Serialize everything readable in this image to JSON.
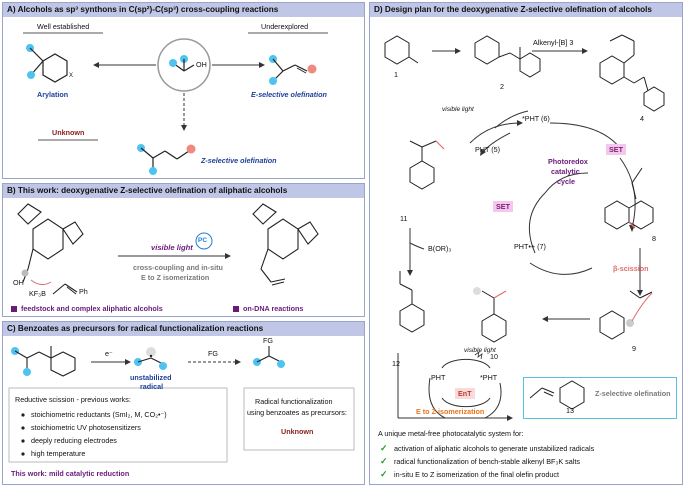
{
  "panel_a": {
    "title": "A) Alcohols as sp³ synthons in C(sp²)-C(sp³) cross-coupling reactions",
    "well_established": "Well established",
    "underexplored": "Underexplored",
    "oh": "OH",
    "x": "X",
    "arylation": "Arylation",
    "e_olefination": "E-selective olefination",
    "unknown": "Unknown",
    "z_olefination": "Z-selective olefination"
  },
  "panel_b": {
    "title": "B) This work: deoxygenative Z-selective olefination of aliphatic alcohols",
    "visible_light": "visible light",
    "pc": "PC",
    "line1": "cross-coupling and in-situ",
    "line2": "E to Z isomerization",
    "oh": "OH",
    "kf3b": "KF₃B",
    "ph": "Ph",
    "bullet1": "feedstock and complex aliphatic alcohols",
    "bullet2": "on-DNA reactions"
  },
  "panel_c": {
    "title": "C) Benzoates as precursors for radical functionalization reactions",
    "electron": "e⁻",
    "fg": "FG",
    "unstabilized1": "unstabilized",
    "unstabilized2": "radical",
    "reductive_title": "Reductive scission - previous works:",
    "items": [
      "stoichiometric reductants (SmI₂, M, CO₂•⁻)",
      "stoichiometric UV photosensitizers",
      "deeply reducing electrodes",
      "high temperature"
    ],
    "this_work": "This work: mild catalytic reduction",
    "radical_box1": "Radical functionalization",
    "radical_box2": "using benzoates as precursors:",
    "radical_box3": "Unknown"
  },
  "panel_d": {
    "title": "D) Design plan for the deoxygenative Z-selective olefination of alcohols",
    "reagent": "Alkenyl-[B] 3",
    "c1": "1",
    "c2": "2",
    "c4": "4",
    "c8": "8",
    "c9": "9",
    "c10": "10",
    "c11": "11",
    "c12": "12",
    "c13": "13",
    "visible_light": "visible light",
    "pht6": "*PHT (6)",
    "pht5": "PHT (5)",
    "pht7": "PHT•+ (7)",
    "cycle1": "Photoredox",
    "cycle2": "catalytic",
    "cycle3": "cycle",
    "set": "SET",
    "b_or3": "B(OR)₃",
    "beta": "β-scission",
    "pht": "PHT",
    "pht_star": "*PHT",
    "ent": "EnT",
    "e_to_z": "E to Z isomerization",
    "z_sel": "Z-selective olefination",
    "summary": "A unique metal-free photocatalytic system for:",
    "checks": [
      "activation of aliphatic alcohols to generate unstabilized radicals",
      "radical functionalization of bench-stable alkenyl BF₃K salts",
      "in-situ E to Z isomerization of the final olefin product"
    ],
    "check_icon": "✓"
  },
  "colors": {
    "header_bg": "#bfc6e6",
    "blue_dot": "#4fc3f0",
    "salmon_dot": "#f08a80",
    "purple": "#6a1b7a",
    "orange": "#e8741c",
    "set_pink": "#f5c6ee",
    "green": "#2a9a2a",
    "box_blue": "#5bc0de"
  }
}
